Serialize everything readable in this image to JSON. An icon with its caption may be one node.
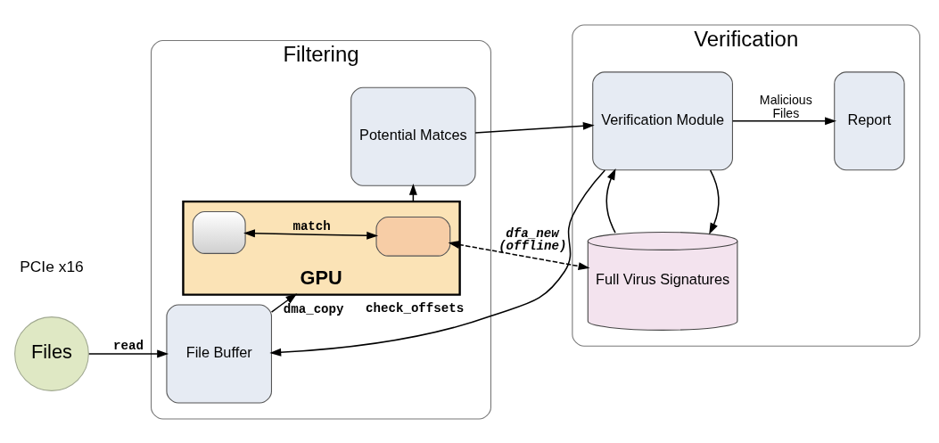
{
  "diagram": {
    "nodes": [
      {
        "text": [
          "Files"
        ]
      },
      {
        "text": [
          "Filtering"
        ]
      },
      {
        "text": [
          "File Buffer"
        ],
        "in": 1
      },
      {
        "text": [
          "Potential Matces"
        ],
        "in": 1
      },
      {
        "text": [
          "GPU"
        ],
        "in": 1
      },
      {
        "text": [],
        "shape": "box",
        "in": 4
      },
      {
        "text": [],
        "shape": "box",
        "in": 4
      },
      {
        "text": [
          "Verification"
        ]
      },
      {
        "text": [
          "Verification Module"
        ],
        "in": 7
      },
      {
        "text": [
          "Report"
        ],
        "in": 7
      },
      {
        "text": [
          "Full Virus Signatures"
        ],
        "in": 7
      }
    ],
    "edges": [
      {
        "from": 0,
        "to": 2,
        "arrow": "to",
        "label": "read"
      },
      {
        "from": 8,
        "to": 2,
        "arrow": "to",
        "label": "check_offsets"
      },
      {
        "from": 2,
        "to": 4,
        "arrow": "to",
        "label": "dma_copy"
      },
      {
        "from": 4,
        "to": 3,
        "arrow": "to"
      },
      {
        "from": 5,
        "to": 6,
        "arrow": "both",
        "label": "match"
      },
      {
        "from": 6,
        "to": 10,
        "arrow": "both",
        "label": "dfa_new (offline)",
        "style": "dashed"
      },
      {
        "from": 3,
        "to": 8,
        "arrow": "to"
      },
      {
        "from": 8,
        "to": 9,
        "arrow": "to",
        "label": "Malicious Files"
      },
      {
        "from": 8,
        "to": 10,
        "arrow": "to"
      },
      {
        "from": 10,
        "to": 8,
        "arrow": "to"
      }
    ],
    "labels": [
      "PCIe x16"
    ]
  }
}
